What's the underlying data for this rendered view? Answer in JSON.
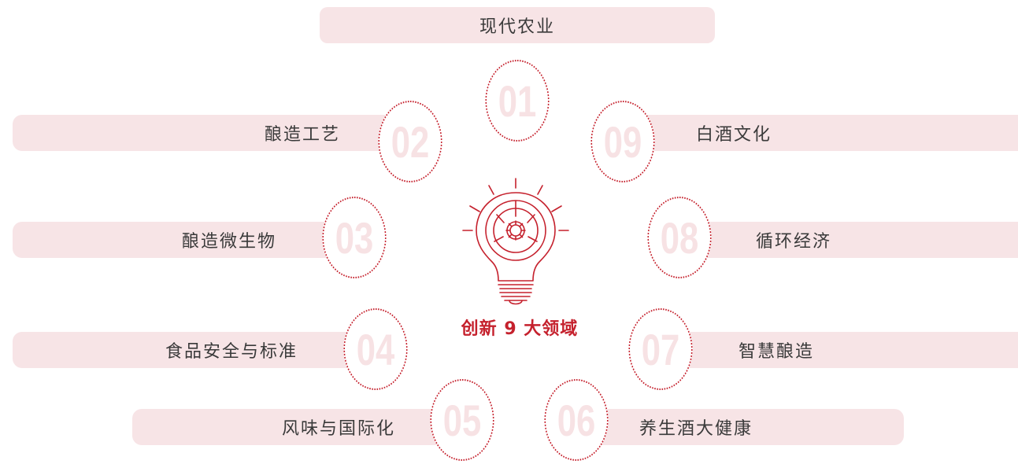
{
  "center_title": "创新 9 大领域",
  "accent_color": "#c5212d",
  "pill_color": "#f7e4e6",
  "center_icon": "lightbulb-gear-icon",
  "fields": [
    {
      "num": "01",
      "label": "现代农业"
    },
    {
      "num": "02",
      "label": "酿造工艺"
    },
    {
      "num": "03",
      "label": "酿造微生物"
    },
    {
      "num": "04",
      "label": "食品安全与标准"
    },
    {
      "num": "05",
      "label": "风味与国际化"
    },
    {
      "num": "06",
      "label": "养生酒大健康"
    },
    {
      "num": "07",
      "label": "智慧酿造"
    },
    {
      "num": "08",
      "label": "循环经济"
    },
    {
      "num": "09",
      "label": "白酒文化"
    }
  ]
}
